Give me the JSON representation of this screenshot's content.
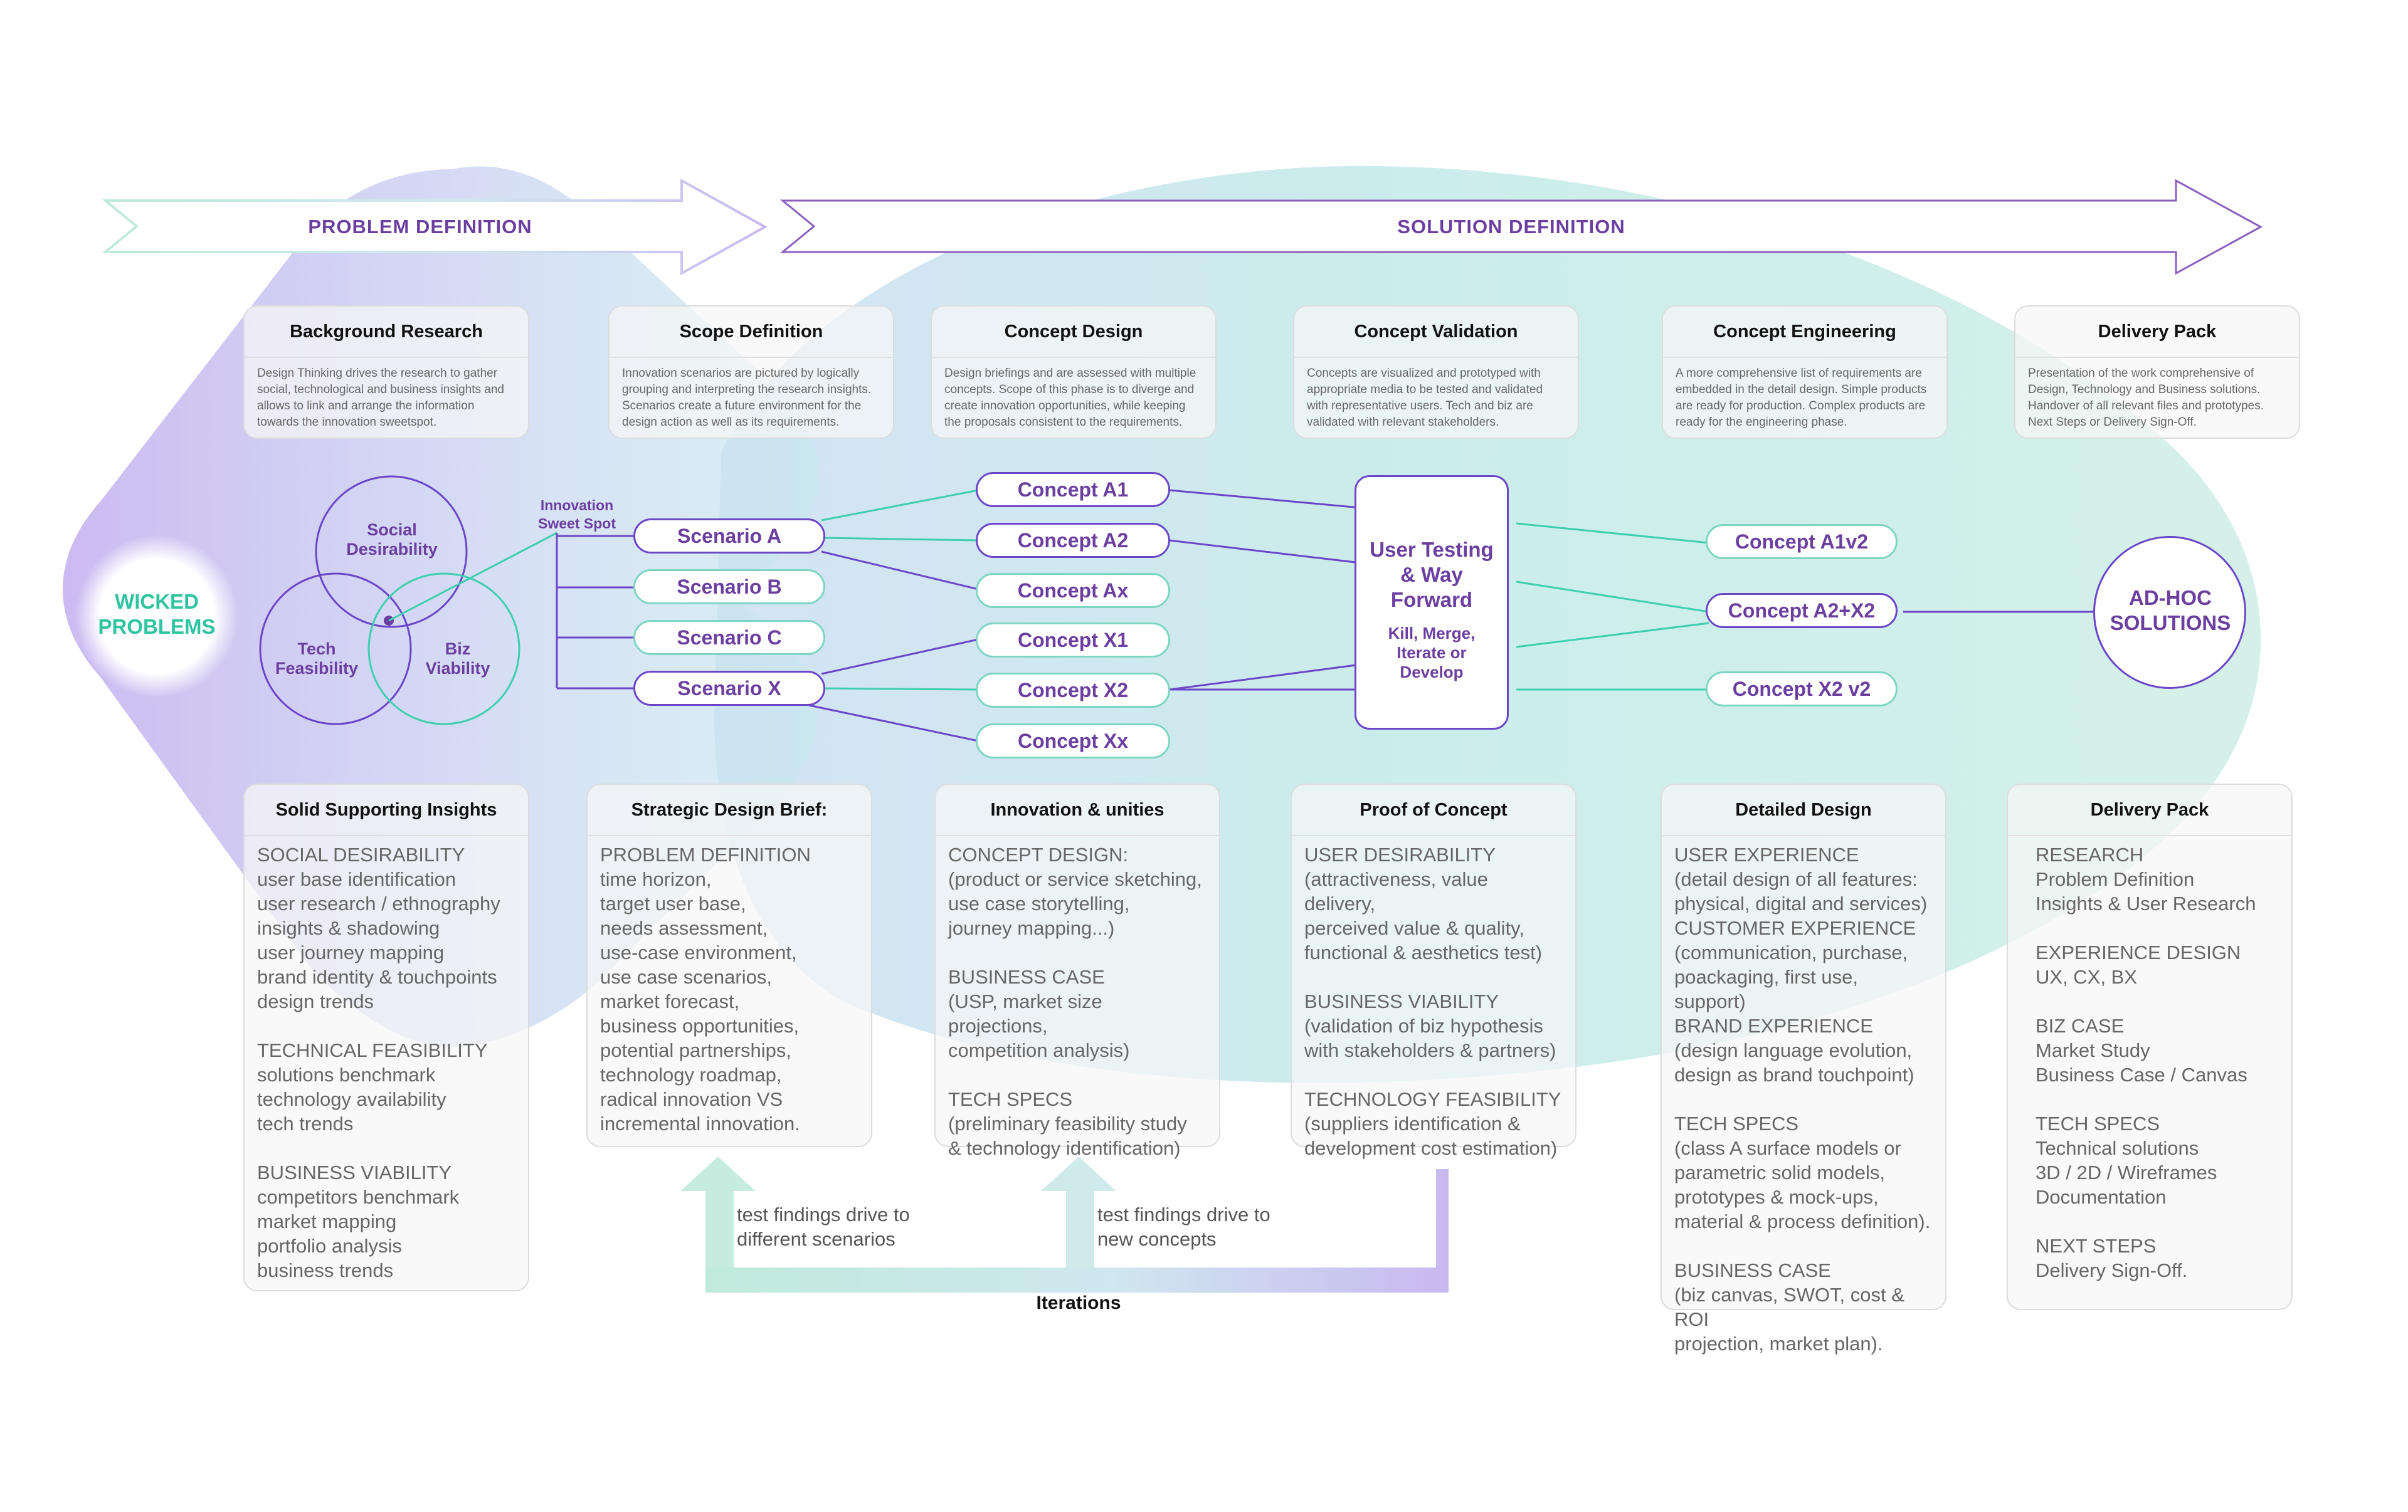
{
  "phases": {
    "problem": "PROBLEM DEFINITION",
    "solution": "SOLUTION DEFINITION"
  },
  "top_cards": [
    {
      "title": "Background Research",
      "desc": "Design Thinking drives the research to gather social, technological and business insights and allows to link and arrange the information towards the innovation sweetspot."
    },
    {
      "title": "Scope Definition",
      "desc": "Innovation scenarios are pictured by logically grouping and interpreting the research insights. Scenarios create a future environment for the design action as well as its requirements."
    },
    {
      "title": "Concept Design",
      "desc": "Design briefings and are assessed with multiple concepts. Scope of this phase is to diverge and create innovation opportunities, while keeping the proposals consistent to the requirements."
    },
    {
      "title": "Concept Validation",
      "desc": "Concepts are visualized and prototyped with appropriate media to be tested and validated with representative users. Tech and biz are validated with relevant stakeholders."
    },
    {
      "title": "Concept Engineering",
      "desc": "A more comprehensive list of requirements are embedded in the detail design. Simple products are ready for production. Complex products are ready for the engineering phase."
    },
    {
      "title": "Delivery Pack",
      "desc": "Presentation of the work comprehensive of Design, Technology and Business solutions. Handover of all relevant files and prototypes. Next Steps or Delivery Sign-Off."
    }
  ],
  "wicked": "WICKED PROBLEMS",
  "adhoc": "AD-HOC SOLUTIONS",
  "venn": {
    "social": "Social Desirability",
    "tech": "Tech Feasibility",
    "biz": "Biz Viability"
  },
  "sweet_spot": "Innovation Sweet Spot",
  "scenarios": [
    "Scenario A",
    "Scenario B",
    "Scenario C",
    "Scenario X"
  ],
  "concepts": [
    "Concept A1",
    "Concept A2",
    "Concept Ax",
    "Concept X1",
    "Concept X2",
    "Concept Xx"
  ],
  "user_testing": {
    "title": "User Testing & Way Forward",
    "sub": "Kill, Merge, Iterate or Develop"
  },
  "refined": [
    "Concept A1v2",
    "Concept A2+X2",
    "Concept X2 v2"
  ],
  "bottom_cards": [
    {
      "title": "Solid Supporting Insights",
      "body": "SOCIAL DESIRABILITY\nuser base identification\nuser research / ethnography\ninsights & shadowing\nuser journey mapping\nbrand identity & touchpoints\ndesign trends\n\nTECHNICAL FEASIBILITY\nsolutions benchmark\ntechnology availability\ntech trends\n\nBUSINESS VIABILITY\ncompetitors benchmark\nmarket mapping\nportfolio analysis\nbusiness trends"
    },
    {
      "title": "Strategic Design Brief:",
      "body": "PROBLEM DEFINITION\ntime horizon,\ntarget user base,\nneeds assessment,\nuse-case environment,\nuse case scenarios,\nmarket forecast,\nbusiness opportunities,\npotential partnerships,\ntechnology roadmap,\nradical innovation VS\nincremental innovation."
    },
    {
      "title": "Innovation &   unities",
      "body": "CONCEPT DESIGN:\n(product or service sketching,\nuse case storytelling,\njourney mapping...)\n\nBUSINESS CASE\n(USP,  market size projections,\ncompetition analysis)\n\nTECH SPECS\n(preliminary feasibility study\n& technology identification)"
    },
    {
      "title": "Proof of Concept",
      "body": "USER DESIRABILITY\n(attractiveness, value delivery,\nperceived value & quality,\nfunctional & aesthetics test)\n\nBUSINESS VIABILITY\n(validation of biz hypothesis\nwith stakeholders & partners)\n\nTECHNOLOGY FEASIBILITY\n(suppliers identification &\ndevelopment cost estimation)"
    },
    {
      "title": "Detailed Design",
      "body": "USER EXPERIENCE\n(detail design of all features:\nphysical, digital and services)\nCUSTOMER EXPERIENCE\n(communication, purchase,\npoackaging, first use, support)\nBRAND EXPERIENCE\n(design language evolution,\ndesign as brand touchpoint)\n\nTECH SPECS\n(class A surface models or\nparametric solid models,\nprototypes & mock-ups,\nmaterial & process definition).\n\nBUSINESS CASE\n(biz canvas, SWOT, cost & ROI\nprojection, market plan)."
    },
    {
      "title": "Delivery Pack",
      "body": "RESEARCH\nProblem Definition\nInsights & User Research\n\nEXPERIENCE DESIGN\nUX, CX, BX\n\nBIZ CASE\nMarket Study\nBusiness Case / Canvas\n\nTECH SPECS\nTechnical solutions\n3D / 2D / Wireframes\nDocumentation\n\nNEXT STEPS\nDelivery Sign-Off."
    }
  ],
  "iteration_notes": [
    "test findings drive to different scenarios",
    "test findings drive to new concepts"
  ],
  "iterations_label": "Iterations",
  "colors": {
    "purple": "#6b3fa0",
    "violet": "#6b46c9",
    "teal": "#3ecfae",
    "mint": "#7cd6c1",
    "lavender": "#c9b8f0"
  }
}
